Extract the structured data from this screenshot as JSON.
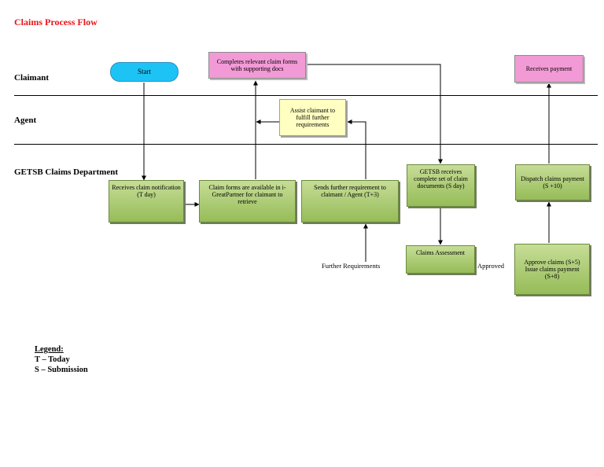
{
  "title": "Claims Process Flow",
  "lanes": {
    "claimant": "Claimant",
    "agent": "Agent",
    "dept": "GETSB Claims Department"
  },
  "nodes": {
    "start": "Start",
    "completes_forms": "Completes relevant claim forms with supporting docs",
    "receives_payment": "Receives payment",
    "assist_claimant": "Assist claimant to fulfill further requirements",
    "receives_notification": "Receives claim notification (T day)",
    "forms_available": "Claim forms are available in i-GreatPartner for claimant to retrieve",
    "sends_requirement": "Sends further requirement to claimant / Agent (T+3)",
    "receives_documents": "GETSB receives complete set of claim documents (S day)",
    "dispatch_payment": "Dispatch claims payment (S +10)",
    "claims_assessment": "Claims Assessment",
    "approve_claims": "Approve claims (S+5) Issue claims payment (S+8)"
  },
  "labels": {
    "further_requirements": "Further Requirements",
    "approved": "Approved"
  },
  "legend": {
    "heading": "Legend:",
    "items": [
      "T – Today",
      "S – Submission"
    ]
  },
  "colors": {
    "title": "#e8141b",
    "start": "#1ec3f5",
    "claimant_task": "#f29ad6",
    "agent_task": "#ffffc2",
    "dept_task": "#a9c96c"
  }
}
